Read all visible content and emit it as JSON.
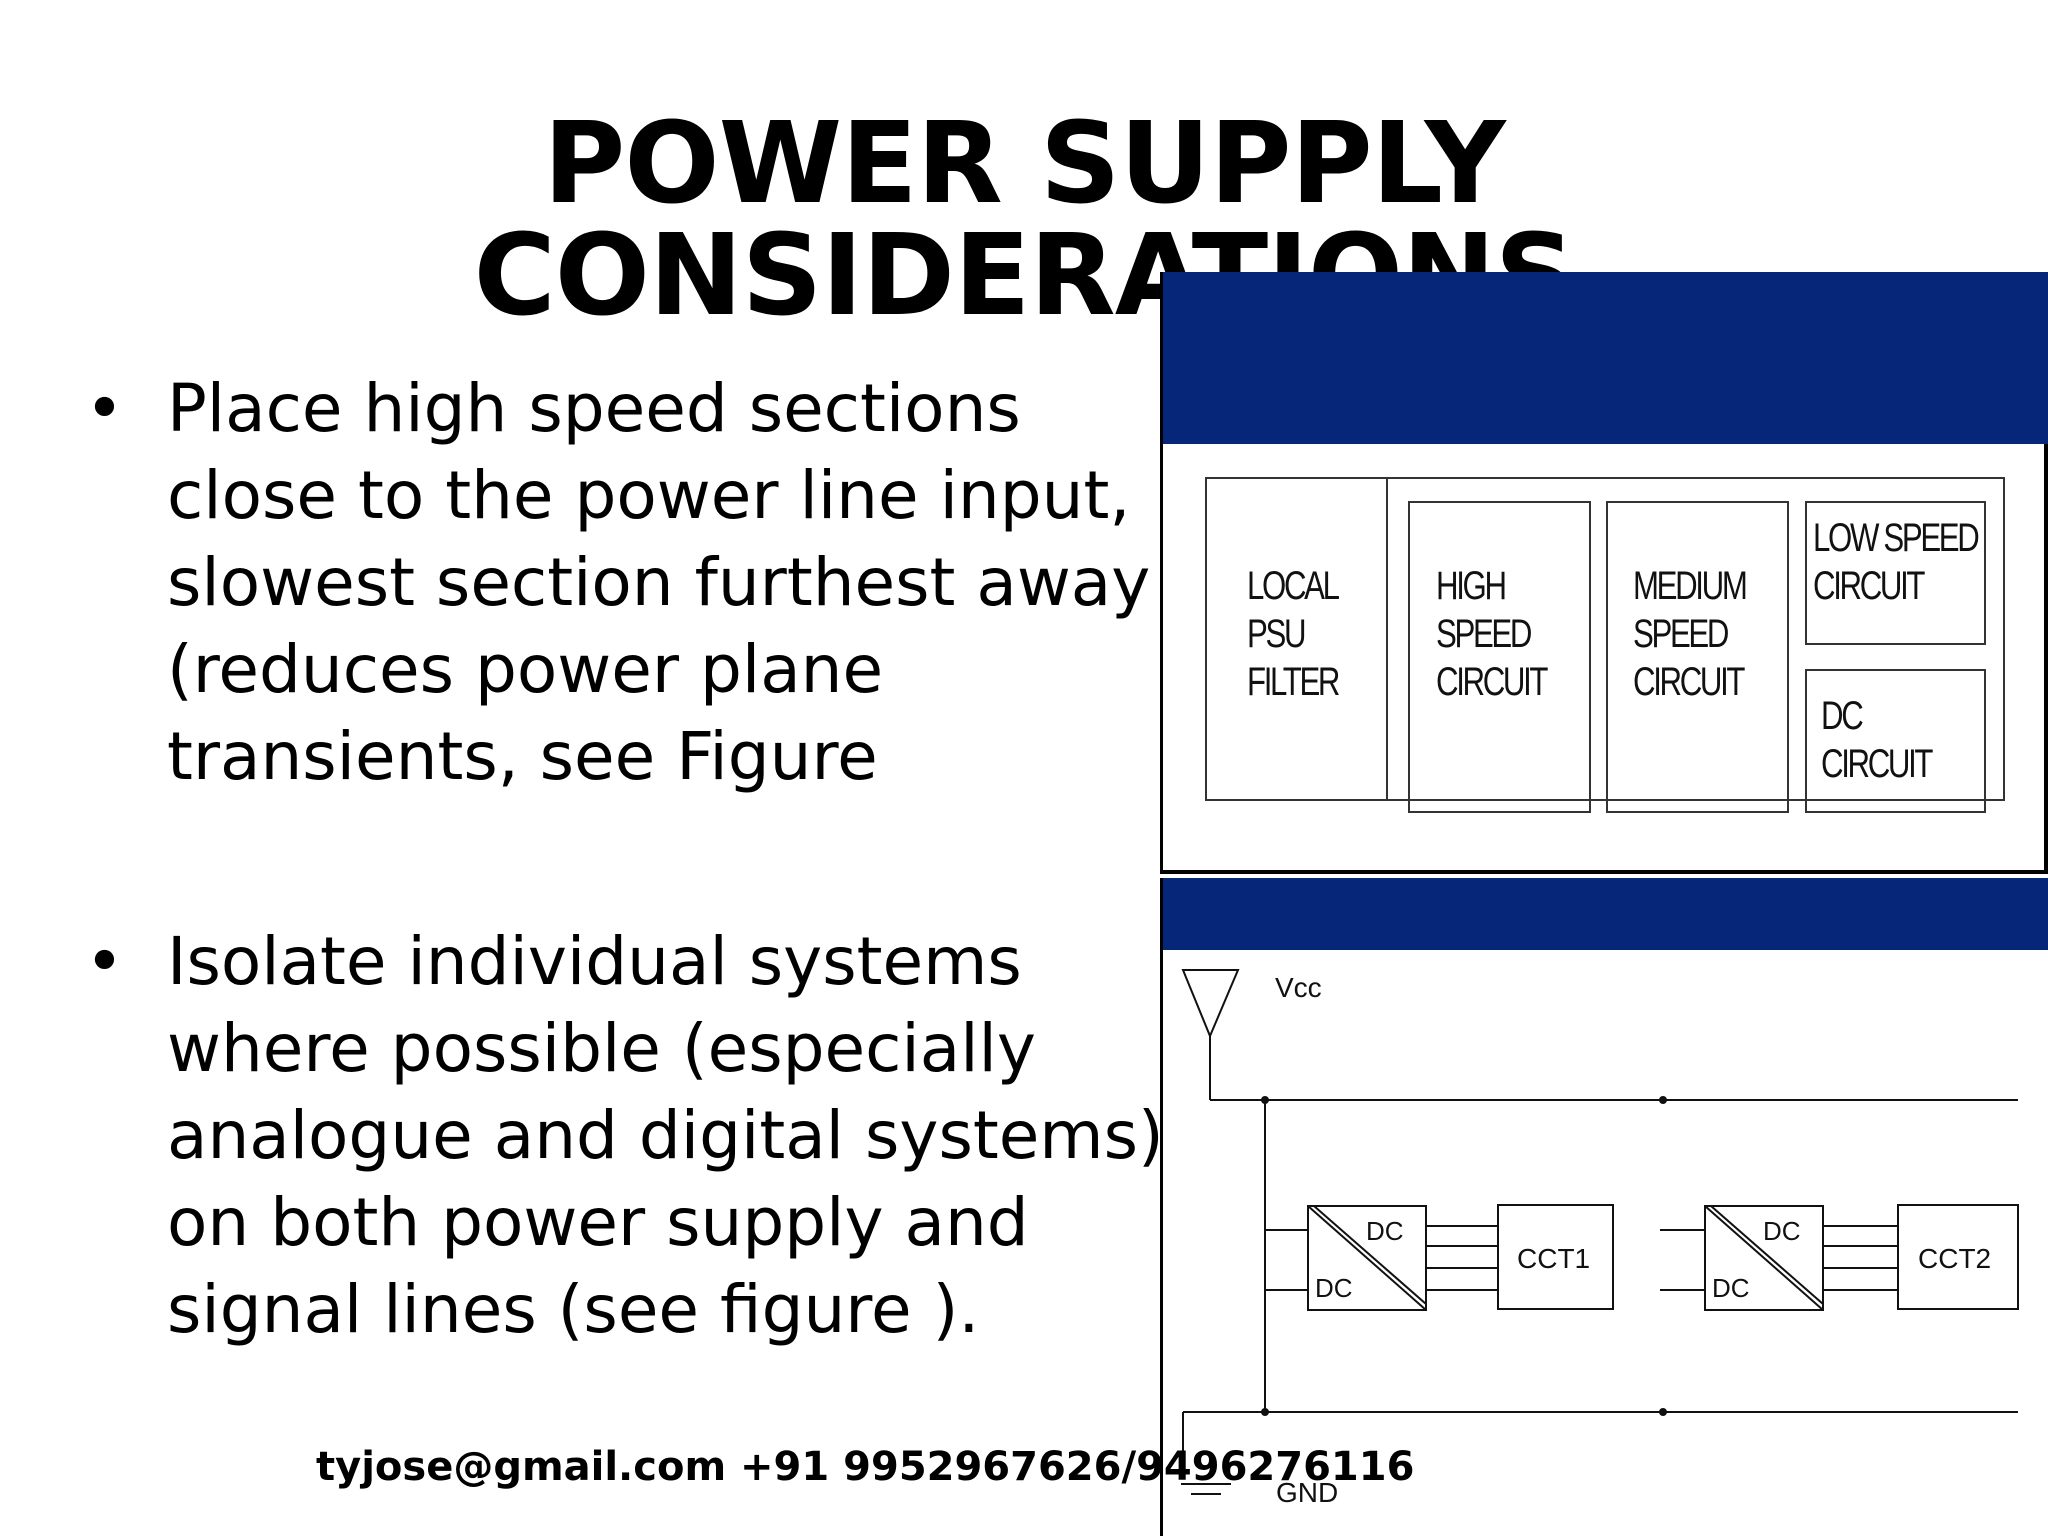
{
  "slide": {
    "title": "POWER SUPPLY CONSIDERATIONS",
    "bullets": [
      {
        "marker": "•",
        "lines": [
          "Place high speed sections",
          "close to the power line input,",
          "slowest section furthest away",
          "(reduces power plane",
          "transients, see  Figure"
        ]
      },
      {
        "marker": "•",
        "lines": [
          "Isolate individual systems",
          "where possible (especially",
          "analogue and digital systems)",
          "on both power supply and",
          "signal lines (see figure )."
        ]
      }
    ],
    "footer": "tyjose@gmail.com +91 9952967626/9496276116"
  },
  "figure_layout": {
    "header_color": "#06267a",
    "blocks": [
      {
        "lines": [
          "LOCAL",
          "PSU",
          "FILTER"
        ]
      },
      {
        "lines": [
          "HIGH",
          "SPEED",
          "CIRCUIT"
        ]
      },
      {
        "lines": [
          "MEDIUM",
          "SPEED",
          "CIRCUIT"
        ]
      },
      {
        "lines": [
          "LOW SPEED",
          "CIRCUIT"
        ]
      },
      {
        "lines": [
          "DC",
          "CIRCUIT"
        ]
      }
    ]
  },
  "figure_isolation": {
    "header_color": "#06267a",
    "vcc_label": "Vcc",
    "gnd_label": "GND",
    "converter_top": "DC",
    "converter_bottom": "DC",
    "circuit1": "CCT1",
    "circuit2": "CCT2"
  }
}
